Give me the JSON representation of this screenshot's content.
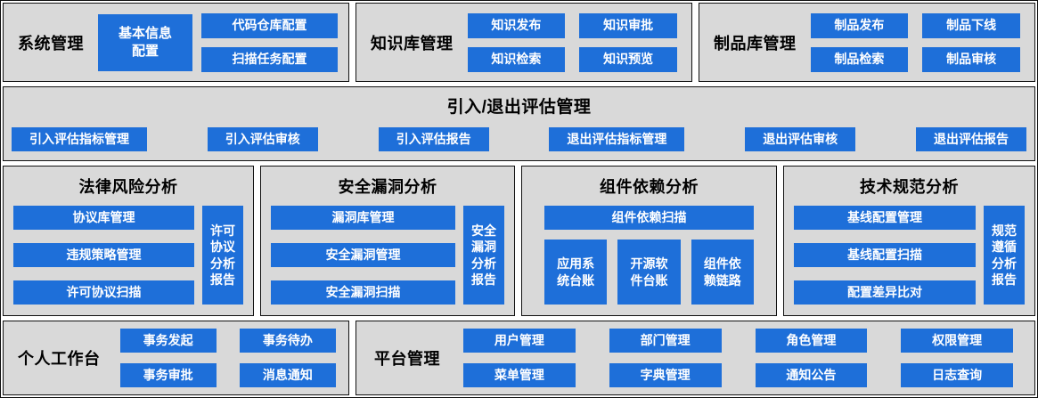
{
  "colors": {
    "accent": "#1e6fd9",
    "panel_bg": "#d9d9d9",
    "panel_border": "#111111",
    "button_text": "#ffffff"
  },
  "system": {
    "title": "系统管理",
    "buttons": [
      "基本信息配置",
      "代码仓库配置",
      "扫描任务配置"
    ]
  },
  "knowledge": {
    "title": "知识库管理",
    "buttons": [
      "知识发布",
      "知识审批",
      "知识检索",
      "知识预览"
    ]
  },
  "artifact": {
    "title": "制品库管理",
    "buttons": [
      "制品发布",
      "制品下线",
      "制品检索",
      "制品审核"
    ]
  },
  "evaluation": {
    "title": "引入/退出评估管理",
    "buttons": [
      "引入评估指标管理",
      "引入评估审核",
      "引入评估报告",
      "退出评估指标管理",
      "退出评估审核",
      "退出评估报告"
    ]
  },
  "legal": {
    "title": "法律风险分析",
    "buttons": [
      "协议库管理",
      "违规策略管理",
      "许可协议扫描"
    ],
    "report": "许可协议分析报告"
  },
  "vulnerability": {
    "title": "安全漏洞分析",
    "buttons": [
      "漏洞库管理",
      "安全漏洞管理",
      "安全漏洞扫描"
    ],
    "report": "安全漏洞分析报告"
  },
  "dependency": {
    "title": "组件依赖分析",
    "scan_button": "组件依赖扫描",
    "buttons": [
      "应用系统台账",
      "开源软件台账",
      "组件依赖链路"
    ]
  },
  "specification": {
    "title": "技术规范分析",
    "buttons": [
      "基线配置管理",
      "基线配置扫描",
      "配置差异比对"
    ],
    "report": "规范遵循分析报告"
  },
  "workspace": {
    "title": "个人工作台",
    "buttons": [
      "事务发起",
      "事务待办",
      "事务审批",
      "消息通知"
    ]
  },
  "platform": {
    "title": "平台管理",
    "buttons": [
      "用户管理",
      "部门管理",
      "角色管理",
      "权限管理",
      "菜单管理",
      "字典管理",
      "通知公告",
      "日志查询"
    ]
  }
}
